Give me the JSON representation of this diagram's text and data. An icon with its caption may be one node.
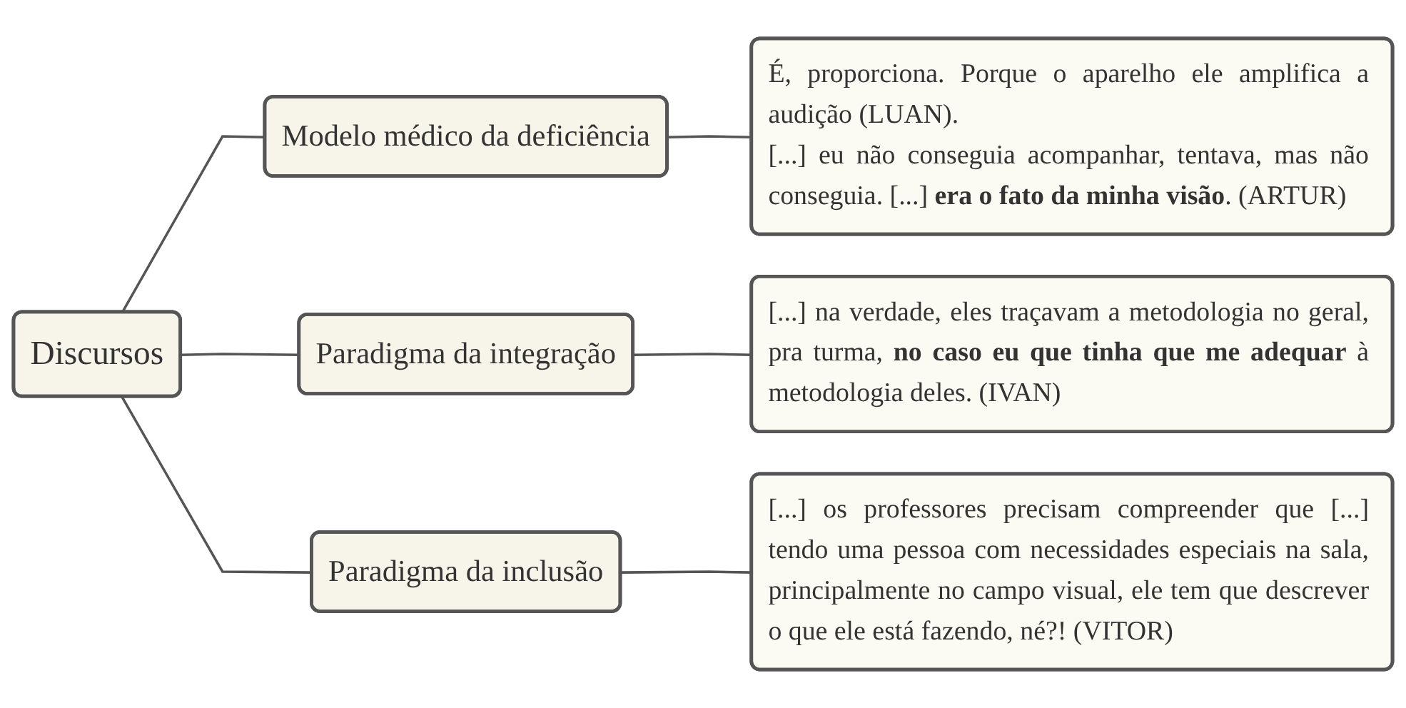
{
  "diagram": {
    "nodes": [
      {
        "text": [
          "Discursos"
        ]
      },
      {
        "text": [
          "Modelo médico da deficiência"
        ]
      },
      {
        "text": [
          "Paradigma da integração"
        ]
      },
      {
        "text": [
          "Paradigma da inclusão"
        ]
      },
      {
        "text": [
          "É, proporciona. Porque o aparelho ele amplifica a audição (LUAN).",
          "[...] eu não conseguia acompanhar, tentava, mas não conseguia. [...] **era o fato da minha visão**. (ARTUR)"
        ]
      },
      {
        "text": [
          "[...] na verdade, eles traçavam a metodologia no geral, pra turma, **no caso eu que tinha que me adequar** à metodologia deles. (IVAN)"
        ]
      },
      {
        "text": [
          "[...] os professores precisam compreender que [...] tendo uma pessoa com necessidades especiais na sala, principalmente no campo visual, ele tem que descrever o que ele está fazendo, né?! (VITOR)"
        ]
      }
    ],
    "edges": [
      {
        "from": 0,
        "to": 1,
        "arrow": "none"
      },
      {
        "from": 0,
        "to": 2,
        "arrow": "none"
      },
      {
        "from": 0,
        "to": 3,
        "arrow": "none"
      },
      {
        "from": 1,
        "to": 4,
        "arrow": "none"
      },
      {
        "from": 2,
        "to": 5,
        "arrow": "none"
      },
      {
        "from": 3,
        "to": 6,
        "arrow": "none"
      }
    ]
  }
}
